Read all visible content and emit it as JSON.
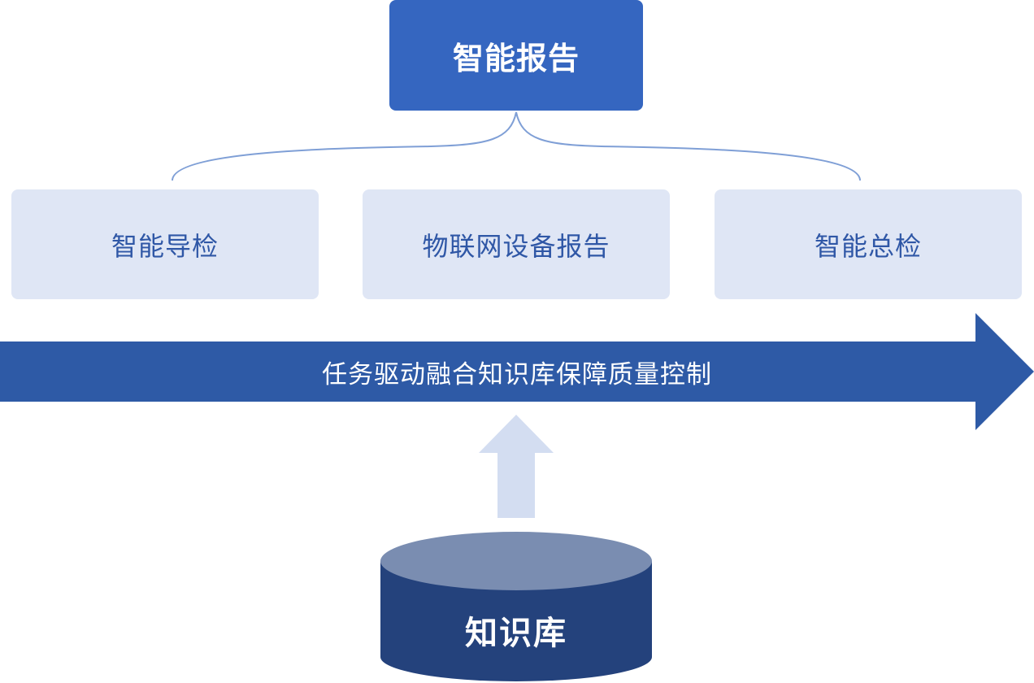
{
  "top_node": {
    "label": "智能报告"
  },
  "children": [
    {
      "label": "智能导检"
    },
    {
      "label": "物联网设备报告"
    },
    {
      "label": "智能总检"
    }
  ],
  "main_arrow": {
    "label": "任务驱动融合知识库保障质量控制"
  },
  "database": {
    "label": "知识库"
  },
  "colors": {
    "primary": "#3566c0",
    "arrow": "#2e5aa6",
    "child_bg": "#dfe6f5",
    "child_text": "#2f57a6",
    "connector": "#7f9fd6",
    "up_arrow": "#d3ddf1",
    "db_top": "#7a8db1",
    "db_body": "#24427c"
  }
}
